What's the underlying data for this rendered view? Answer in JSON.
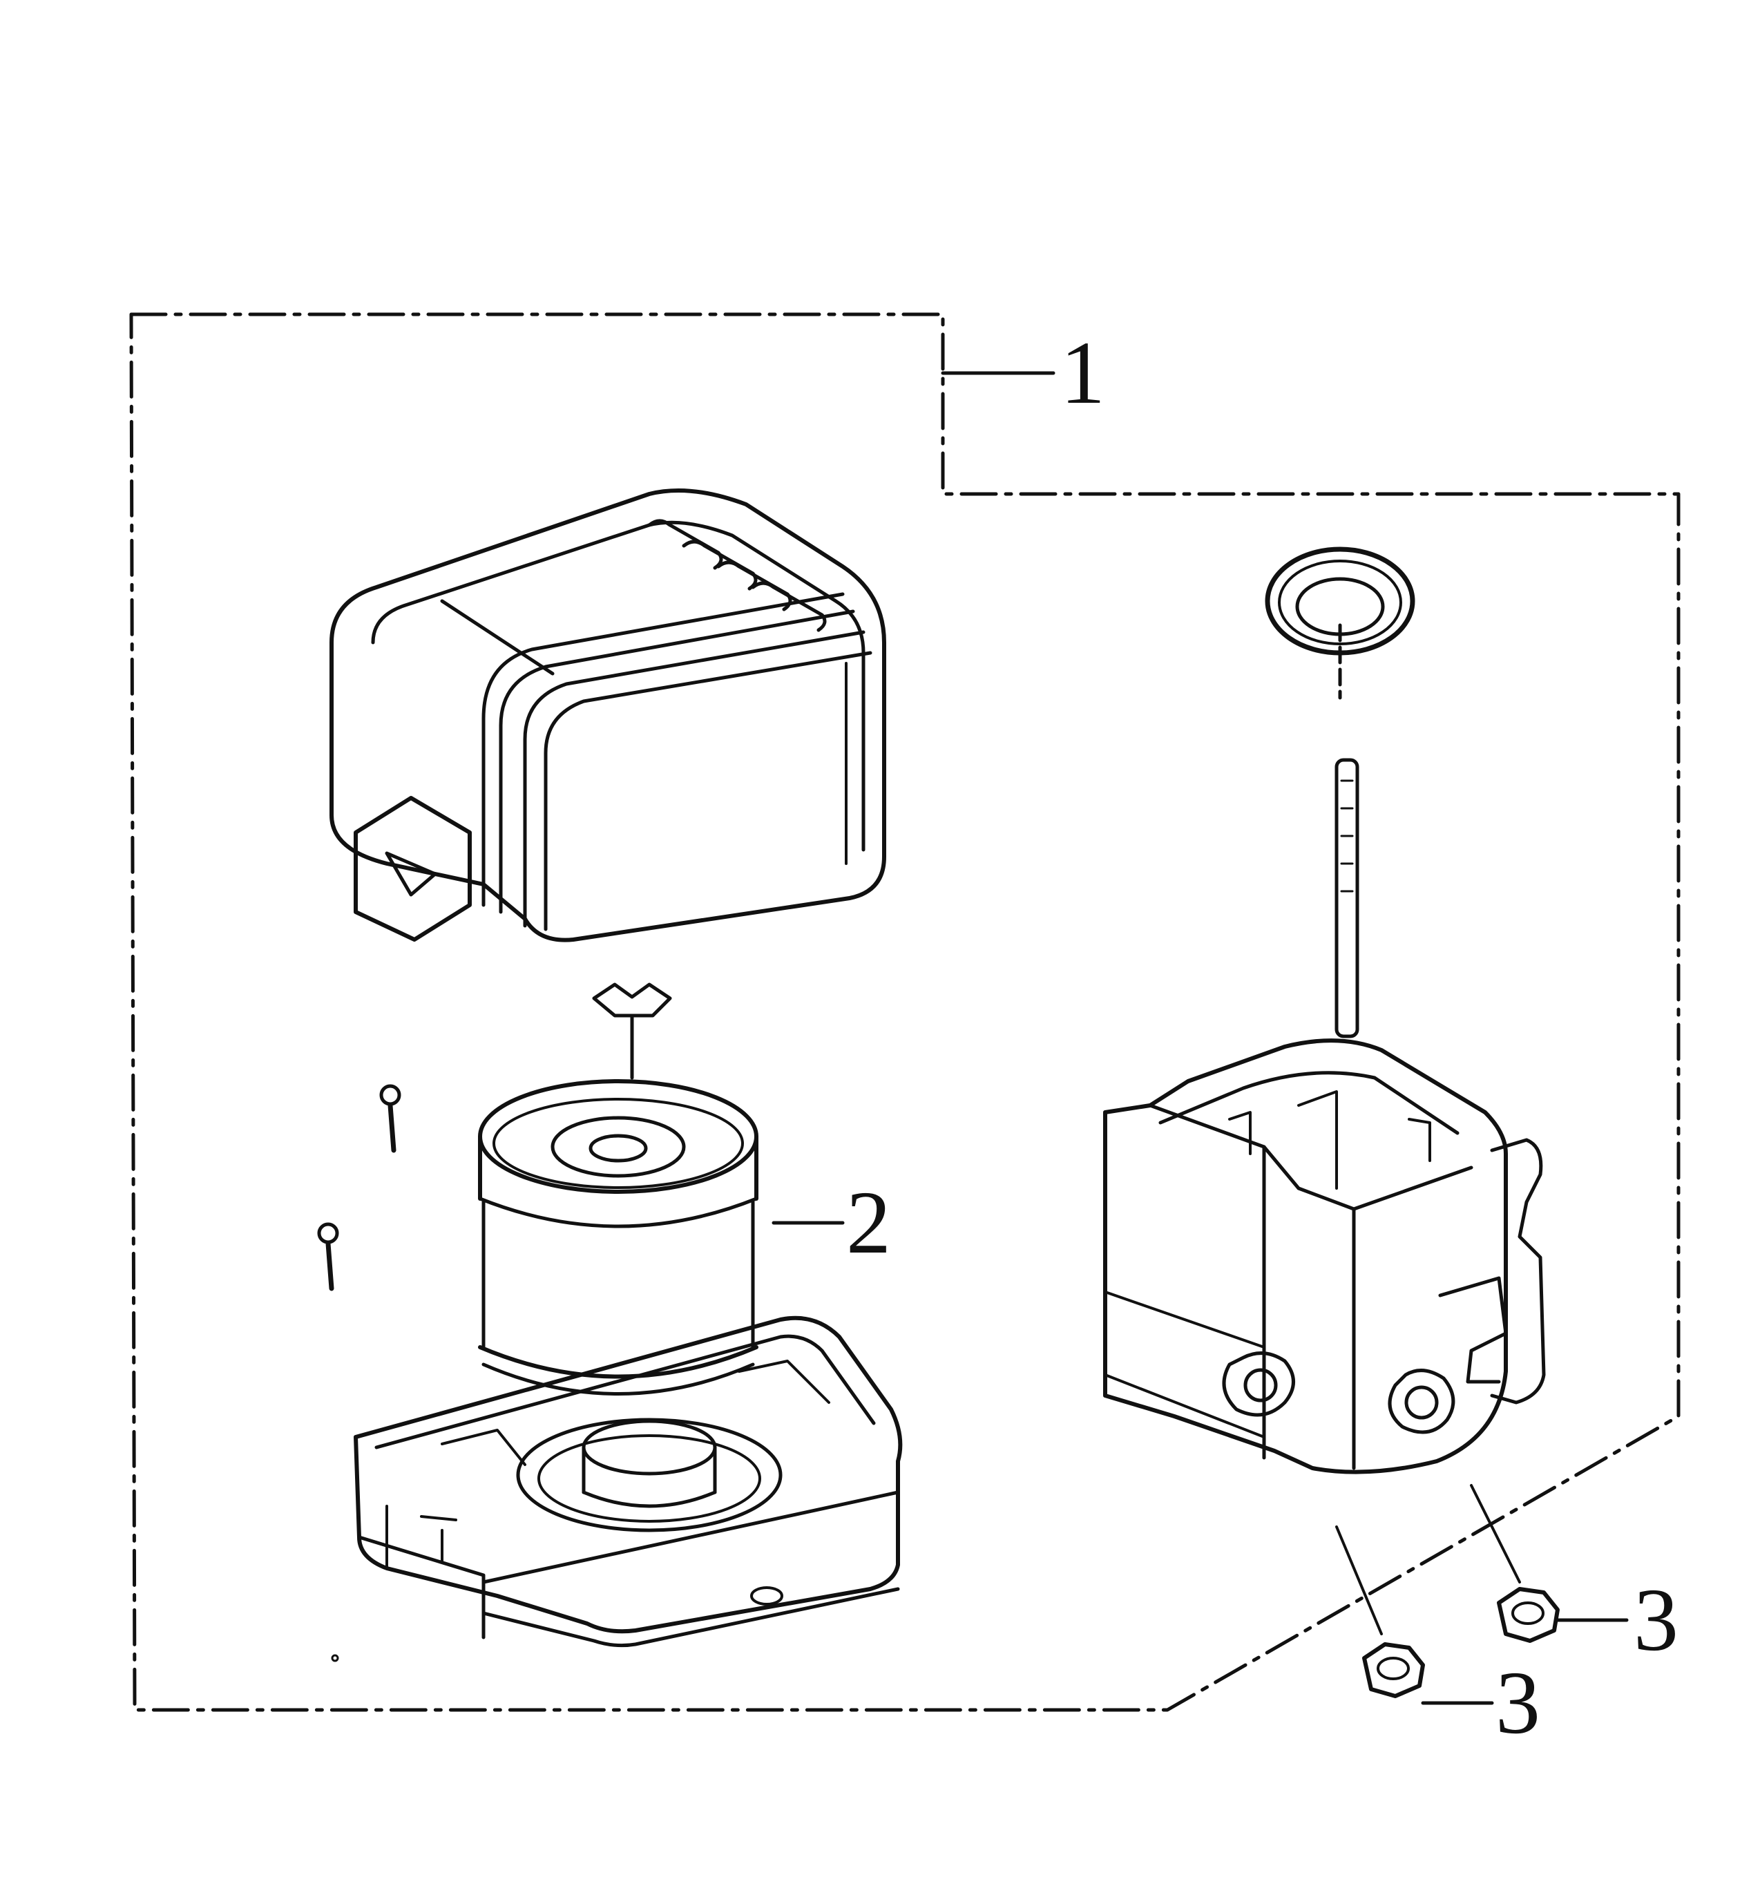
{
  "colors": {
    "line": "#111111",
    "background": "#ffffff"
  },
  "callouts": {
    "assembly": "1",
    "filter_element": "2",
    "nut_a": "3",
    "nut_b": "3"
  }
}
